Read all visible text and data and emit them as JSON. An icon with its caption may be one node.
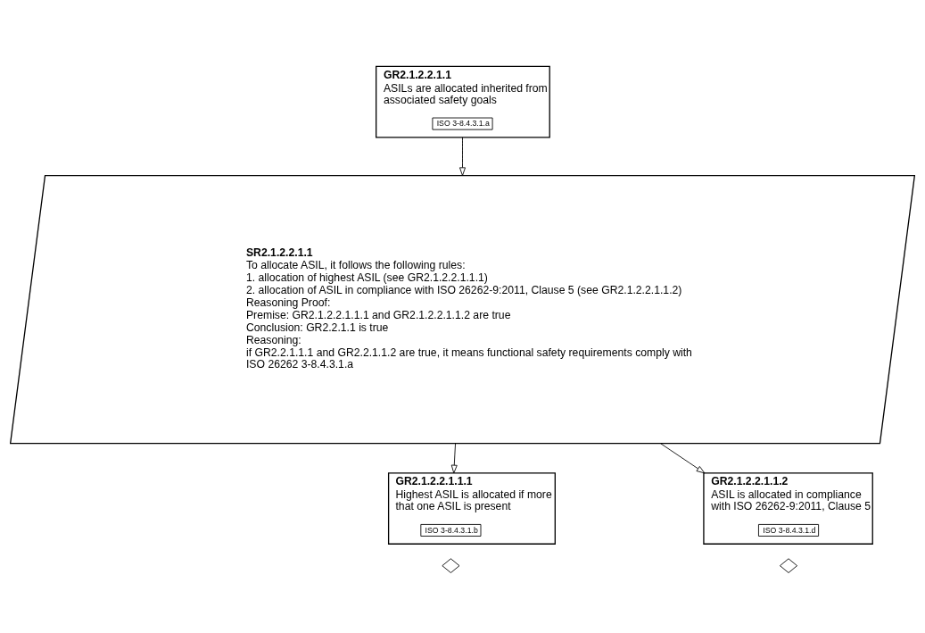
{
  "diagram": {
    "nodes": [
      {
        "text": [
          "GR2.1.2.2.1.1",
          "ASILs are allocated inherited from associated safety goals"
        ]
      },
      {
        "text": [
          "ISO 3-8.4.3.1.a"
        ],
        "in": 0
      },
      {
        "text": [
          "SR2.1.2.2.1.1",
          "To allocate ASIL, it follows the following rules:",
          "1. allocation of highest ASIL (see GR2.1.2.2.1.1.1)",
          "2. allocation of ASIL in compliance with ISO 26262-9:2011, Clause 5 (see GR2.1.2.2.1.1.2)",
          "Reasoning Proof:",
          "Premise: GR2.1.2.2.1.1.1 and GR2.1.2.2.1.1.2 are true",
          "Conclusion: GR2.2.1.1 is true",
          "Reasoning:",
          "if GR2.2.1.1.1 and GR2.2.1.1.2 are true, it means functional safety requirements comply with ISO 26262 3-8.4.3.1.a"
        ]
      },
      {
        "text": [
          "GR2.1.2.2.1.1.1",
          "Highest ASIL is allocated if more that one ASIL is present"
        ]
      },
      {
        "text": [
          "ISO 3-8.4.3.1.b"
        ],
        "in": 3
      },
      {
        "text": [
          "GR2.1.2.2.1.1.2",
          "ASIL is allocated in compliance with ISO 26262-9:2011, Clause 5"
        ]
      },
      {
        "text": [
          "ISO 3-8.4.3.1.d"
        ],
        "in": 5
      },
      {
        "text": [],
        "shape": "diamond"
      },
      {
        "text": [],
        "shape": "diamond"
      }
    ],
    "edges": [
      {
        "from": 0,
        "to": 2,
        "arrow": "to"
      },
      {
        "from": 2,
        "to": 3,
        "arrow": "to"
      },
      {
        "from": 2,
        "to": 5,
        "arrow": "to"
      }
    ]
  }
}
